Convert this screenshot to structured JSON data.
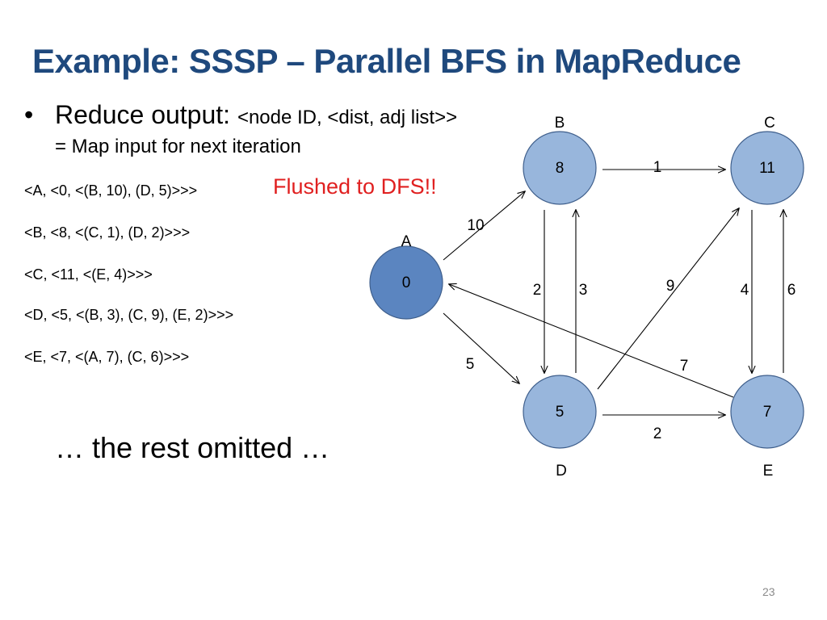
{
  "title": "Example: SSSP – Parallel BFS in MapReduce",
  "bullet": {
    "symbol": "•",
    "label": "Reduce output: ",
    "format": "<node ID, <dist, adj list>>",
    "continuation": "= Map input for next iteration"
  },
  "records": [
    "<A, <0, <(B, 10), (D, 5)>>>",
    "<B, <8, <(C, 1), (D, 2)>>>",
    "<C, <11, <(E, 4)>>>",
    "<D, <5, <(B, 3), (C, 9), (E, 2)>>>",
    "<E, <7, <(A, 7), (C, 6)>>>"
  ],
  "flushed_note": "Flushed to DFS!!",
  "rest_note": "… the rest omitted …",
  "page_number": "23",
  "graph": {
    "colors": {
      "source_fill": "#5b85c0",
      "node_fill": "#98b6dc",
      "node_stroke": "#3f5f8c"
    },
    "nodes": [
      {
        "id": "A",
        "label": "A",
        "distance": "0"
      },
      {
        "id": "B",
        "label": "B",
        "distance": "8"
      },
      {
        "id": "C",
        "label": "C",
        "distance": "11"
      },
      {
        "id": "D",
        "label": "D",
        "distance": "5"
      },
      {
        "id": "E",
        "label": "E",
        "distance": "7"
      }
    ],
    "edges": [
      {
        "from": "A",
        "to": "B",
        "weight": "10"
      },
      {
        "from": "A",
        "to": "D",
        "weight": "5"
      },
      {
        "from": "B",
        "to": "C",
        "weight": "1"
      },
      {
        "from": "B",
        "to": "D",
        "weight": "2"
      },
      {
        "from": "D",
        "to": "B",
        "weight": "3"
      },
      {
        "from": "D",
        "to": "C",
        "weight": "9"
      },
      {
        "from": "D",
        "to": "E",
        "weight": "2"
      },
      {
        "from": "C",
        "to": "E",
        "weight": "4"
      },
      {
        "from": "E",
        "to": "C",
        "weight": "6"
      },
      {
        "from": "E",
        "to": "A",
        "weight": "7"
      }
    ]
  }
}
